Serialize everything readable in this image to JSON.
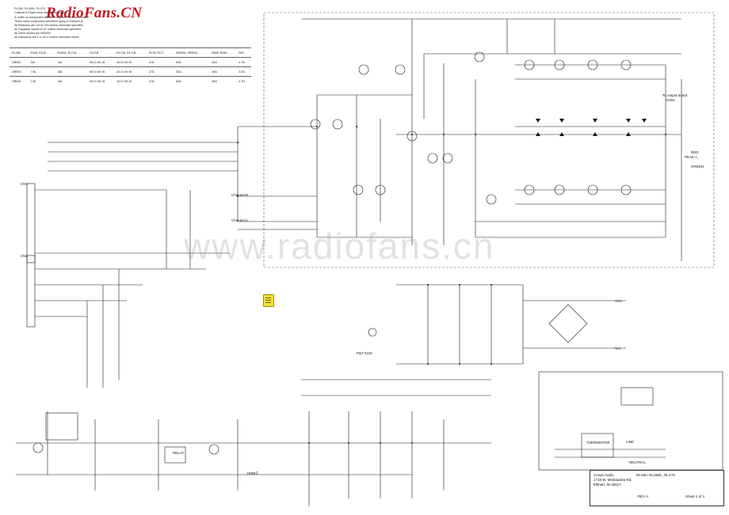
{
  "header": {
    "logo": "RadioFans.CN",
    "model_lines": [
      "RLX60, RLX60L, RLX70",
      "Channel A Power Amp and Power Supply"
    ],
    "notes": [
      "A: suffix on component identifies only one Channel shown.",
      "These same component identifiers apply to Channel B.",
      "All Resistors are 1/4 W, 5% unless otherwise specified.",
      "All Capacitor values in uF unless otherwise specified.",
      "All Zener diodes are 500mW.",
      "All transistors are 1 A, 50 V unless otherwise noted."
    ]
  },
  "option_table": {
    "rows": [
      [
        "RLX60",
        "R104, R105",
        "R104A, R171A",
        "R171B",
        "R170A, R171B",
        "R176, R177",
        "ZR5900, ZR5910",
        "R080, R090",
        "R07"
      ],
      [
        "OR002",
        "1W",
        "33k",
        "56 Ω 1W ±5",
        "44 Ω 1W ±5",
        "47Ω",
        "20Ω",
        "30Ω",
        "4.7Ω"
      ],
      [
        "OR003",
        "7.5k",
        "33k",
        "56 Ω 1W ±5",
        "44 Ω 1W ±5",
        "47Ω",
        "33Ω",
        "49Ω",
        "3.3Ω"
      ],
      [
        "OR004",
        "7.5k",
        "33k",
        "56 Ω 1W ±5",
        "44 Ω 1W ±5",
        "47Ω",
        "33Ω",
        "49Ω",
        "4.7Ω"
      ]
    ]
  },
  "watermark": "www.radiofans.cn",
  "labels": {
    "channel_b": "Channel B",
    "channel_a": "Channel A",
    "neutral": "NEUTRAL",
    "line": "LINE",
    "relay": "RELAY",
    "thermistor": "THERMISTOR",
    "vcc_neg": "-Vcc",
    "vcc_pos": "+Vcc",
    "peak": "PEAK A",
    "green_led": "GREEN",
    "red_led": "RED",
    "comp_lbl": "note1",
    "pl_label": "P&T 0102",
    "to_speaker": "To output board",
    "cn_speaker": "CN5A",
    "jp1": "CN1",
    "jp2": "CN2"
  },
  "titleblock": {
    "company": "Crown Audio",
    "address1": "1718 W. Mishawaka Rd.",
    "address2": "Elkhart, IN 46517",
    "title": "RLX60, RLX60L, RLX70",
    "sheet": "Sheet 1 of 1",
    "rev": "REV A"
  },
  "annotation_icon": "sticky-note-icon"
}
